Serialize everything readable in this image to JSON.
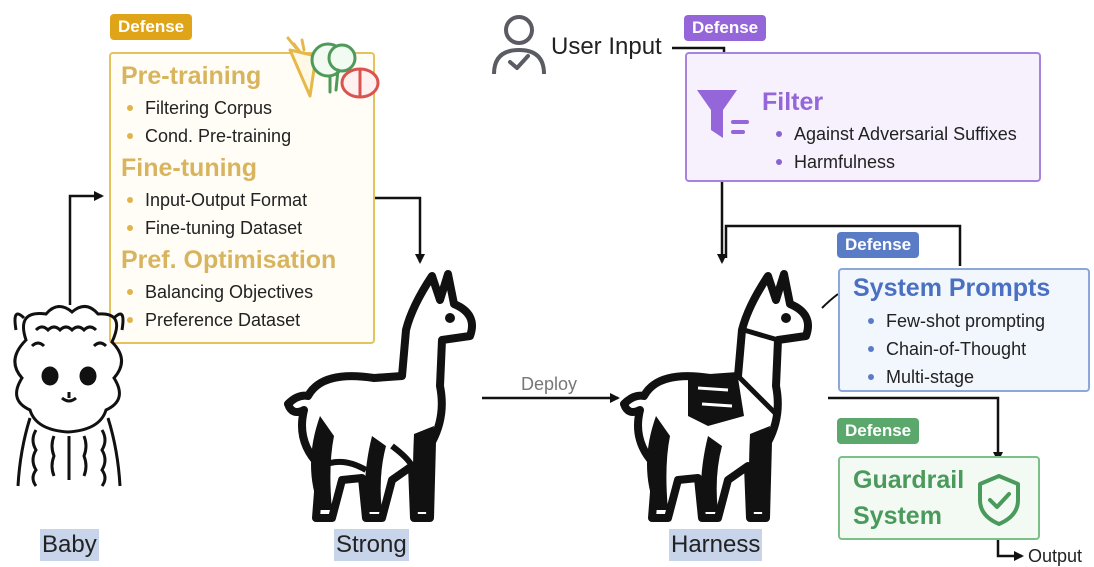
{
  "colors": {
    "training_accent": "#e0a418",
    "training_text": "#d8b45e",
    "filter_accent": "#9466d9",
    "prompt_accent": "#5a7cc7",
    "guard_accent": "#5aa86b",
    "caption_bg": "#c8d4ea"
  },
  "training": {
    "badge": "Defense",
    "sections": [
      {
        "title": "Pre-training",
        "items": [
          "Filtering Corpus",
          "Cond. Pre-training"
        ]
      },
      {
        "title": "Fine-tuning",
        "items": [
          "Input-Output Format",
          "Fine-tuning Dataset"
        ]
      },
      {
        "title": "Pref. Optimisation",
        "items": [
          "Balancing Objectives",
          "Preference Dataset"
        ]
      }
    ]
  },
  "user_input": {
    "label": "User Input",
    "icon": "user-check-icon"
  },
  "filter": {
    "badge": "Defense",
    "title": "Filter",
    "icon": "funnel-icon",
    "items": [
      "Against Adversarial Suffixes",
      "Harmfulness"
    ]
  },
  "system_prompts": {
    "badge": "Defense",
    "title": "System Prompts",
    "items": [
      "Few-shot prompting",
      "Chain-of-Thought",
      "Multi-stage"
    ]
  },
  "guardrail": {
    "badge": "Defense",
    "title_line1": "Guardrail",
    "title_line2": "System",
    "icon": "shield-check-icon"
  },
  "deploy_label": "Deploy",
  "output_label": "Output",
  "captions": {
    "baby": "Baby",
    "strong": "Strong",
    "harness": "Harness"
  }
}
